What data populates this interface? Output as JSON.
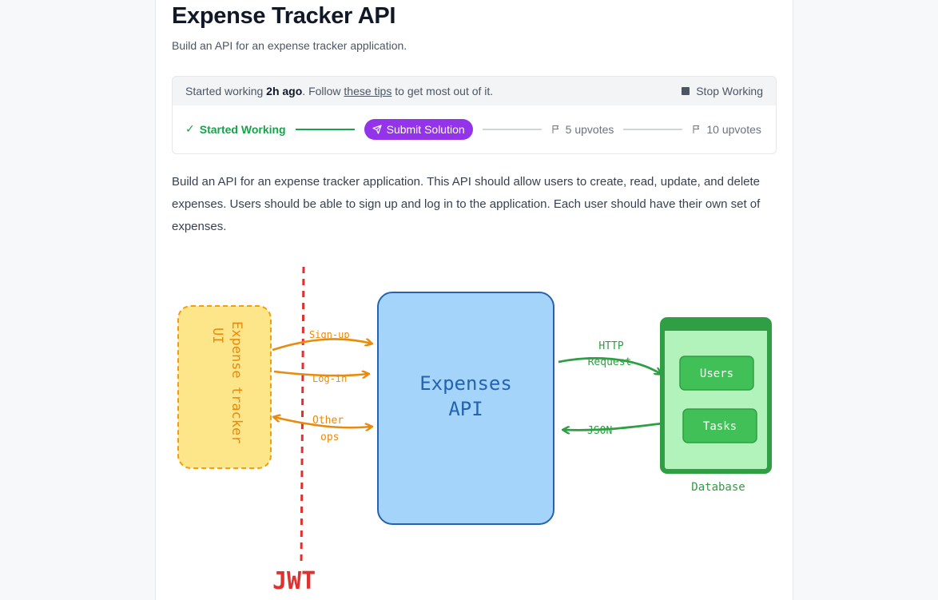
{
  "header": {
    "title": "Expense Tracker API",
    "subtitle": "Build an API for an expense tracker application."
  },
  "progress": {
    "status_prefix": "Started working",
    "status_time": "2h ago",
    "status_mid": ". Follow",
    "tips_link": "these tips",
    "status_suffix": "to get most out of it.",
    "stop_label": "Stop Working",
    "steps": {
      "started": "Started Working",
      "submit": "Submit Solution",
      "upvotes_5": "5 upvotes",
      "upvotes_10": "10 upvotes"
    },
    "colors": {
      "done": "#16a34a",
      "submit": "#9333ea",
      "pending": "#6b7280"
    }
  },
  "description": "Build an API for an expense tracker application. This API should allow users to create, read, update, and delete expenses. Users should be able to sign up and log in to the application. Each user should have their own set of expenses.",
  "diagram": {
    "client_line1": "Expense tracker",
    "client_line2": "UI",
    "signup": "Sign-up",
    "login": "Log-in",
    "other_line1": "Other",
    "other_line2": "ops",
    "api_line1": "Expenses",
    "api_line2": "API",
    "http_line1": "HTTP",
    "http_line2": "Request",
    "json": "JSON",
    "db_users": "Users",
    "db_tasks": "Tasks",
    "db_label": "Database",
    "jwt": "JWT",
    "colors": {
      "client_fill": "#fde68a",
      "client_stroke": "#f59e0b",
      "arrow_orange": "#ea8a0c",
      "api_fill": "#a5d4fb",
      "api_stroke": "#2563b0",
      "db_dark": "#2f9e44",
      "db_light": "#b2f2bb",
      "db_item": "#40c057",
      "jwt_red": "#e03131"
    }
  }
}
